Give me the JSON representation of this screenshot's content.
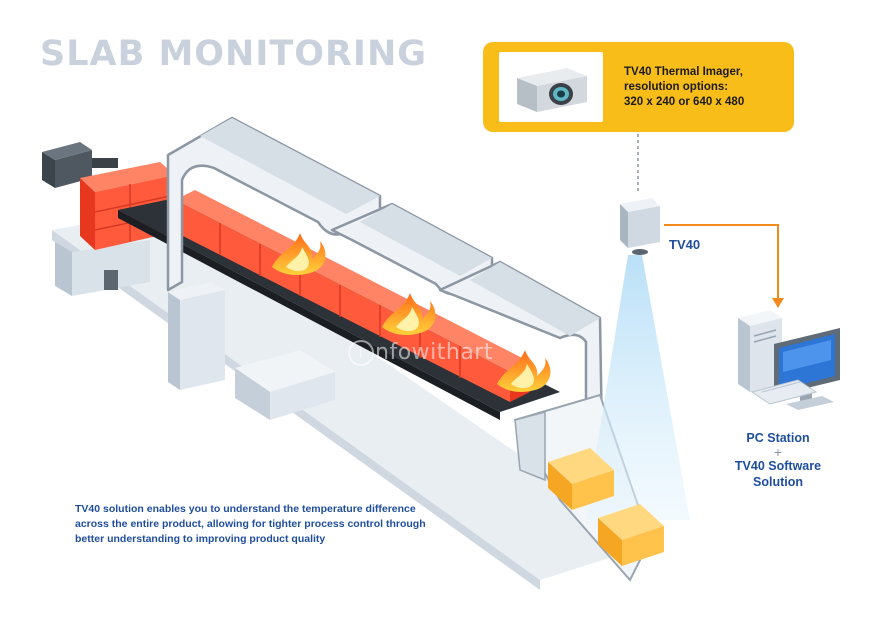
{
  "title": "SLAB MONITORING",
  "callout": {
    "lines": [
      "TV40 Thermal Imager,",
      "resolution options:",
      "320 x 240 or 640 x 480"
    ]
  },
  "sensor_label": "TV40",
  "pc": {
    "line1": "PC Station",
    "plus": "+",
    "line2": "TV40 Software",
    "line3": "Solution"
  },
  "description": {
    "lines": [
      "TV40 solution enables you to understand the temperature difference",
      "across the entire product, allowing for tighter process control through",
      "better understanding to improving product quality"
    ]
  },
  "watermark": {
    "icon": "i",
    "text": "nfowithart"
  },
  "colors": {
    "title": "#c9d2dc",
    "callout": "#f9bd1a",
    "accent_blue": "#1f4e9e",
    "arrow": "#ef8a1b",
    "slab_red": "#ff5a3c",
    "output_yellow": "#ffc24b"
  }
}
